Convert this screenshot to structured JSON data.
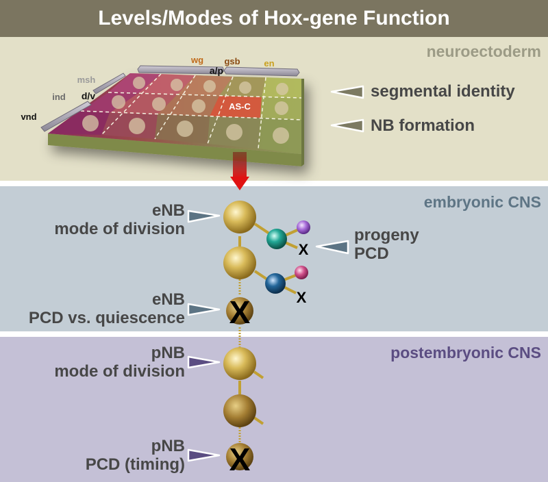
{
  "title": "Levels/Modes of Hox-gene Function",
  "sections": {
    "neuroectoderm": "neuroectoderm",
    "embryonic": "embryonic CNS",
    "postembryonic": "postembryonic CNS"
  },
  "axes": {
    "ap": "a/p",
    "dv": "d/v",
    "wg": "wg",
    "gsb": "gsb",
    "en": "en",
    "msh": "msh",
    "ind": "ind",
    "vnd": "vnd",
    "asc": "AS-C"
  },
  "labels": {
    "segmental_identity": "segmental identity",
    "nb_formation": "NB formation",
    "enb_mode_1": "eNB",
    "enb_mode_2": "mode of division",
    "progeny_1": "progeny",
    "progeny_2": "PCD",
    "enb_pcd_1": "eNB",
    "enb_pcd_2": "PCD vs. quiescence",
    "pnb_mode_1": "pNB",
    "pnb_mode_2": "mode of division",
    "pnb_pcd_1": "pNB",
    "pnb_pcd_2": "PCD (timing)"
  },
  "marks": {
    "death": "X"
  },
  "colors": {
    "title_bar": "#7b7560",
    "neuro_bg": "#e3e0c8",
    "embryo_bg": "#c3cdd5",
    "post_bg": "#c4c0d6",
    "arrow_red": "#d11010",
    "nb_gold": "#c7a63c",
    "teal_cell": "#1f9a8a",
    "blue_cell": "#1f5f8c",
    "purple_cell": "#a66ad8",
    "pink_cell": "#d0508a"
  }
}
